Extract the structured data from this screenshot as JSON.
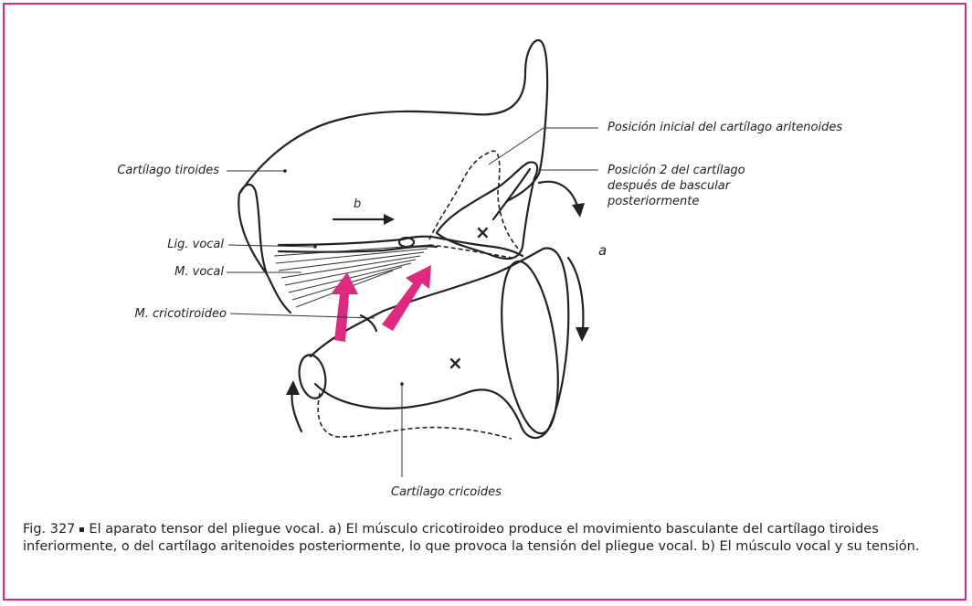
{
  "colors": {
    "frame": "#e0287e",
    "arrow": "#e0287e",
    "ink": "#222222"
  },
  "labels": {
    "tiroides": "Cartílago tiroides",
    "b": "b",
    "lig_vocal": "Lig. vocal",
    "m_vocal": "M. vocal",
    "cricotiroideo": "M. cricotiroideo",
    "posicion_inicial": "Posición inicial del cartílago aritenoides",
    "posicion2_line1": "Posición 2 del cartílago",
    "posicion2_line2": "después de bascular",
    "posicion2_line3": "posteriormente",
    "a": "a",
    "cricoides": "Cartílago cricoides"
  },
  "caption": {
    "fig_number": "Fig. 327",
    "text": "El aparato tensor del pliegue vocal. a) El músculo cricotiroideo produce el movimiento basculante del cartílago tiroides inferiormente, o del cartílago aritenoides posteriormente, lo que provoca la tensión del pliegue vocal. b) El músculo vocal y su tensión."
  }
}
